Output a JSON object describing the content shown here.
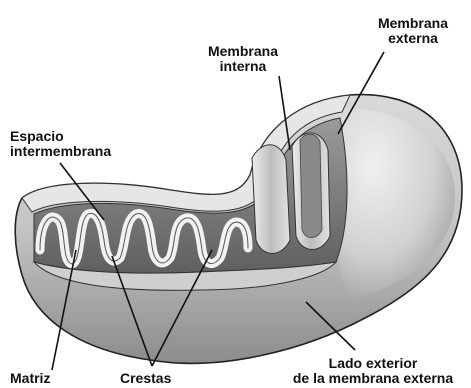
{
  "labels": {
    "outer_membrane": [
      "Membrana",
      "externa"
    ],
    "inner_membrane": [
      "Membrana",
      "interna"
    ],
    "intermembrane_space": [
      "Espacio",
      "intermembrana"
    ],
    "matrix": "Matriz",
    "cristae": "Crestas",
    "outer_surface": [
      "Lado exterior",
      "de la membrana externa"
    ]
  }
}
